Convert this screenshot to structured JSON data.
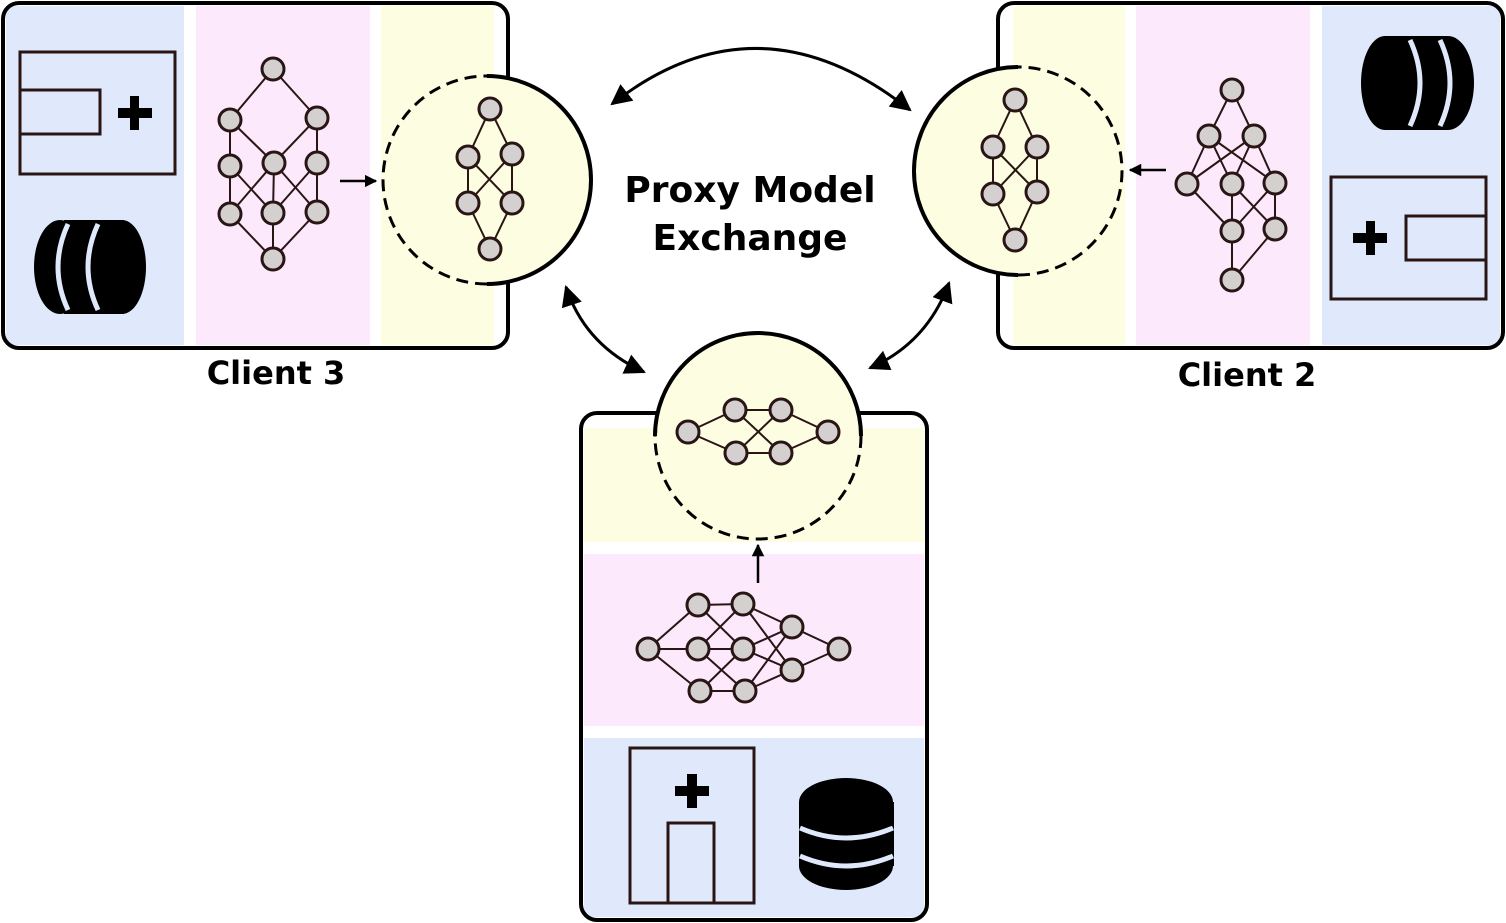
{
  "title": {
    "line1": "Proxy Model",
    "line2": "Exchange"
  },
  "clients": [
    {
      "id": "client-3",
      "label": "Client 3"
    },
    {
      "id": "client-2",
      "label": "Client 2"
    },
    {
      "id": "client-1",
      "label": ""
    }
  ],
  "colors": {
    "data_strip": "#dfe9fb",
    "private_model_strip": "#fce9fc",
    "proxy_model_strip": "#fdfde1",
    "node_fill": "#d4d0d0",
    "node_stroke": "#2a1515",
    "line": "#000000"
  },
  "icons": [
    "hospital-icon",
    "database-icon",
    "neural-network-icon",
    "exchange-arrow-icon"
  ]
}
